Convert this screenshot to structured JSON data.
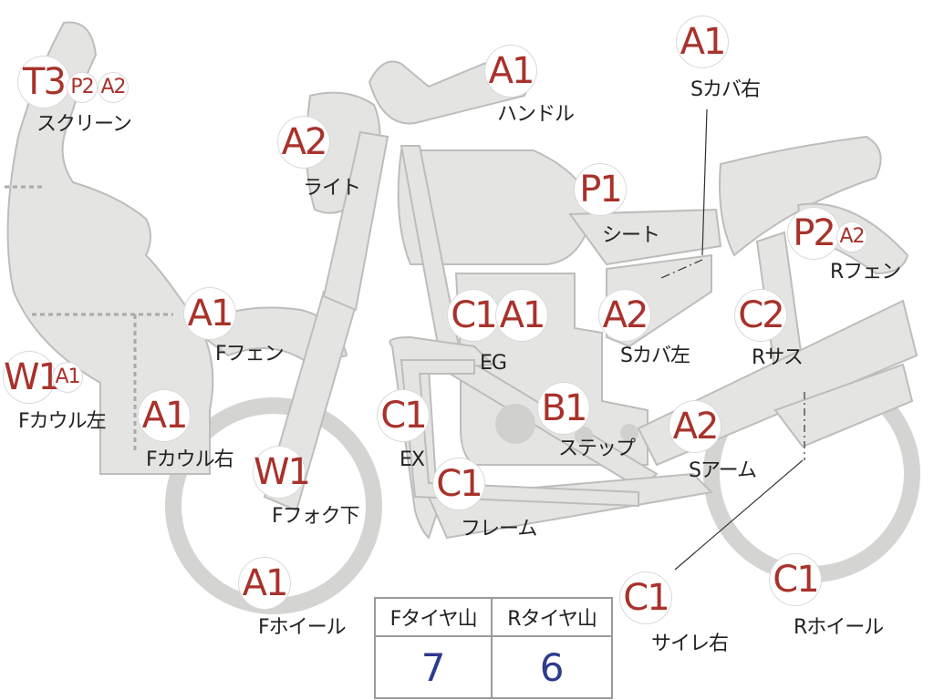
{
  "parts": [
    {
      "key": "screen",
      "label": "スクリーン",
      "badges": [
        "T3",
        "P2",
        "A2"
      ]
    },
    {
      "key": "light",
      "label": "ライト",
      "badges": [
        "A2"
      ]
    },
    {
      "key": "handle",
      "label": "ハンドル",
      "badges": [
        "A1"
      ]
    },
    {
      "key": "s-cover-right",
      "label": "Sカバ右",
      "badges": [
        "A1"
      ]
    },
    {
      "key": "seat",
      "label": "シート",
      "badges": [
        "P1"
      ]
    },
    {
      "key": "r-fender",
      "label": "Rフェン",
      "badges": [
        "P2",
        "A2"
      ]
    },
    {
      "key": "f-fender",
      "label": "Fフェン",
      "badges": [
        "A1"
      ]
    },
    {
      "key": "eg",
      "label": "EG",
      "badges": [
        "C1",
        "A1"
      ]
    },
    {
      "key": "s-cover-left",
      "label": "Sカバ左",
      "badges": [
        "A2"
      ]
    },
    {
      "key": "r-sus",
      "label": "Rサス",
      "badges": [
        "C2"
      ]
    },
    {
      "key": "f-cowl-left",
      "label": "Fカウル左",
      "badges": [
        "W1",
        "A1"
      ]
    },
    {
      "key": "f-cowl-right",
      "label": "Fカウル右",
      "badges": [
        "A1"
      ]
    },
    {
      "key": "ex",
      "label": "EX",
      "badges": [
        "C1"
      ]
    },
    {
      "key": "step",
      "label": "ステップ",
      "badges": [
        "B1"
      ]
    },
    {
      "key": "s-arm",
      "label": "Sアーム",
      "badges": [
        "A2"
      ]
    },
    {
      "key": "f-fork-lower",
      "label": "Fフォク下",
      "badges": [
        "W1"
      ]
    },
    {
      "key": "frame",
      "label": "フレーム",
      "badges": [
        "C1"
      ]
    },
    {
      "key": "f-wheel",
      "label": "Fホイール",
      "badges": [
        "A1"
      ]
    },
    {
      "key": "silencer-right",
      "label": "サイレ右",
      "badges": [
        "C1"
      ]
    },
    {
      "key": "r-wheel",
      "label": "Rホイール",
      "badges": [
        "C1"
      ]
    }
  ],
  "tire_depth": {
    "front_label": "Fタイヤ山",
    "front_value": "7",
    "rear_label": "Rタイヤ山",
    "rear_value": "6"
  },
  "colors": {
    "badge_text": "#a8322b",
    "part_fill": "#e4e4e2",
    "part_stroke": "#b8b8b6",
    "value_text": "#2c3b8c"
  }
}
